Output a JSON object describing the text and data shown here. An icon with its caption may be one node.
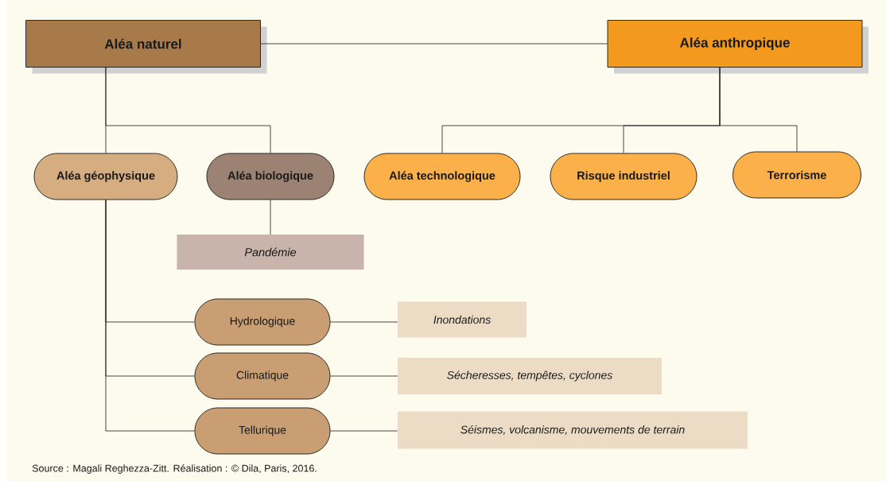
{
  "diagram": {
    "caption": "Source : Magali Reghezza-Zitt. Réalisation : © Dila, Paris, 2016.",
    "nodes": [
      {
        "text": [
          "Aléa naturel"
        ]
      },
      {
        "text": [
          "Aléa anthropique"
        ]
      },
      {
        "text": [
          "Aléa géophysique"
        ]
      },
      {
        "text": [
          "Aléa biologique"
        ]
      },
      {
        "text": [
          "Aléa technologique"
        ]
      },
      {
        "text": [
          "Risque industriel"
        ]
      },
      {
        "text": [
          "Terrorisme"
        ]
      },
      {
        "text": [
          "Pandémie"
        ]
      },
      {
        "text": [
          "Hydrologique"
        ]
      },
      {
        "text": [
          "Climatique"
        ]
      },
      {
        "text": [
          "Tellurique"
        ]
      },
      {
        "text": [
          "Inondations"
        ]
      },
      {
        "text": [
          "Sécheresses, tempêtes, cyclones"
        ]
      },
      {
        "text": [
          "Séismes, volcanisme, mouvements de terrain"
        ]
      }
    ],
    "edges": [
      {
        "from": 0,
        "to": 1,
        "arrow": "none"
      },
      {
        "from": 0,
        "to": 2,
        "arrow": "none"
      },
      {
        "from": 0,
        "to": 3,
        "arrow": "none"
      },
      {
        "from": 1,
        "to": 4,
        "arrow": "none"
      },
      {
        "from": 1,
        "to": 5,
        "arrow": "none"
      },
      {
        "from": 1,
        "to": 6,
        "arrow": "none"
      },
      {
        "from": 3,
        "to": 7,
        "arrow": "none"
      },
      {
        "from": 2,
        "to": 8,
        "arrow": "none"
      },
      {
        "from": 2,
        "to": 9,
        "arrow": "none"
      },
      {
        "from": 2,
        "to": 10,
        "arrow": "none"
      },
      {
        "from": 8,
        "to": 11,
        "arrow": "none"
      },
      {
        "from": 9,
        "to": 12,
        "arrow": "none"
      },
      {
        "from": 10,
        "to": 13,
        "arrow": "none"
      }
    ]
  }
}
